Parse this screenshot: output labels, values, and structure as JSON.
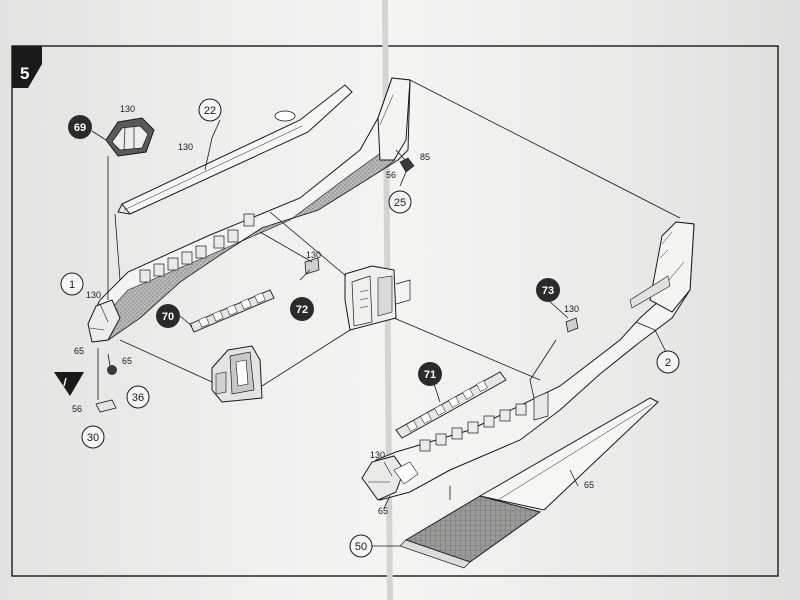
{
  "step": "5",
  "callouts": {
    "c1": "1",
    "c2": "2",
    "c22": "22",
    "c25": "25",
    "c30": "30",
    "c36": "36",
    "c50": "50",
    "c69": "69",
    "c70": "70",
    "c71": "71",
    "c72": "72",
    "c73": "73"
  },
  "paint": {
    "p130": "130",
    "p65": "65",
    "p56": "56",
    "p85": "85"
  },
  "colors": {
    "ink": "#1a1a1a",
    "paper": "#f2f2ef",
    "callout_fill": "#2b2b2b",
    "shade": "#a8a8a5"
  }
}
